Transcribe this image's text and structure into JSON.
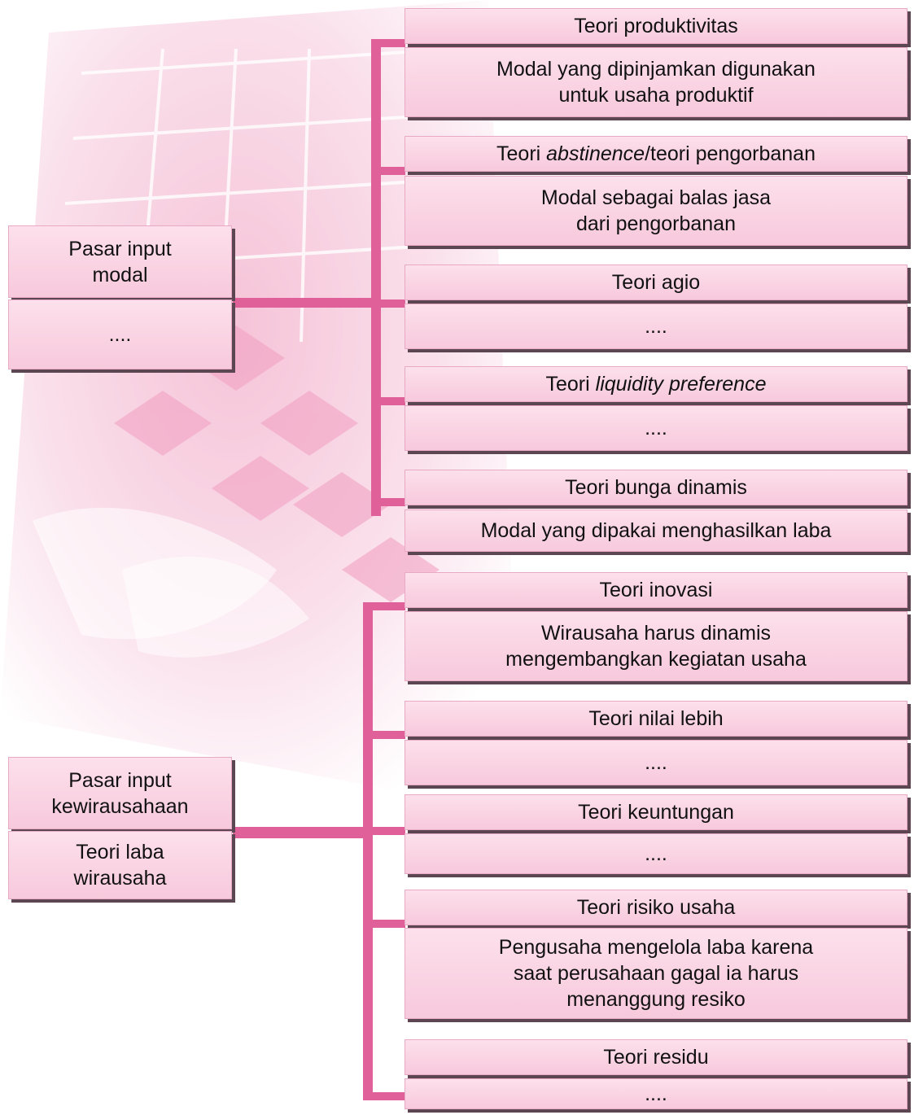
{
  "colors": {
    "connector": "#e0609a",
    "box_fill": "#f9d1e2",
    "box_shadow": "#5b4651"
  },
  "left": {
    "modal_title": "Pasar input\nmodal",
    "modal_blank": "....",
    "kewirausahaan_title": "Pasar input\nkewirausahaan",
    "kewirausahaan_sub": "Teori laba\nwirausaha"
  },
  "modal_theories": [
    {
      "name": "Teori produktivitas",
      "desc": "Modal yang dipinjamkan digunakan\nuntuk usaha produktif"
    },
    {
      "name_pre": "Teori ",
      "name_em": "abstinence",
      "name_post": "/teori pengorbanan",
      "desc": "Modal sebagai balas jasa\ndari pengorbanan"
    },
    {
      "name": "Teori agio",
      "desc": "...."
    },
    {
      "name_pre": "Teori ",
      "name_em": "liquidity preference",
      "name_post": "",
      "desc": "...."
    },
    {
      "name": "Teori bunga dinamis",
      "desc": "Modal yang dipakai menghasilkan laba"
    }
  ],
  "wirausaha_theories": [
    {
      "name": "Teori inovasi",
      "desc": "Wirausaha harus dinamis\nmengembangkan kegiatan usaha"
    },
    {
      "name": "Teori nilai lebih",
      "desc": "...."
    },
    {
      "name": "Teori keuntungan",
      "desc": "...."
    },
    {
      "name": "Teori risiko usaha",
      "desc": "Pengusaha mengelola laba karena\nsaat perusahaan gagal ia harus\nmenanggung resiko"
    },
    {
      "name": "Teori residu",
      "desc": "...."
    }
  ]
}
